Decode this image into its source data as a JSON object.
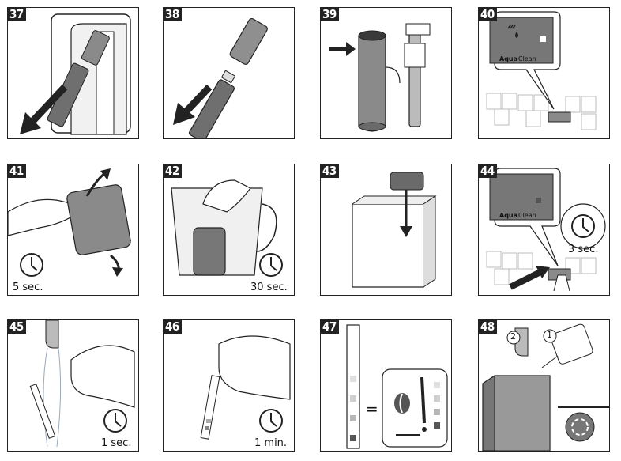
{
  "steps": [
    {
      "number": "37"
    },
    {
      "number": "38"
    },
    {
      "number": "39"
    },
    {
      "number": "40",
      "brand_a": "Aqua",
      "brand_b": "Clean"
    },
    {
      "number": "41",
      "time": "5 sec."
    },
    {
      "number": "42",
      "time": "30 sec."
    },
    {
      "number": "43"
    },
    {
      "number": "44",
      "brand_a": "Aqua",
      "brand_b": "Clean",
      "time": "3 sec."
    },
    {
      "number": "45",
      "time": "1 sec."
    },
    {
      "number": "46",
      "time": "1 min."
    },
    {
      "number": "47",
      "equals": "="
    },
    {
      "number": "48",
      "marker_1": "1",
      "marker_2": "2"
    }
  ],
  "colors": {
    "line": "#222222",
    "gray_dark": "#6f6f6f",
    "gray_mid": "#9a9a9a",
    "gray_light": "#dcdcdc"
  }
}
